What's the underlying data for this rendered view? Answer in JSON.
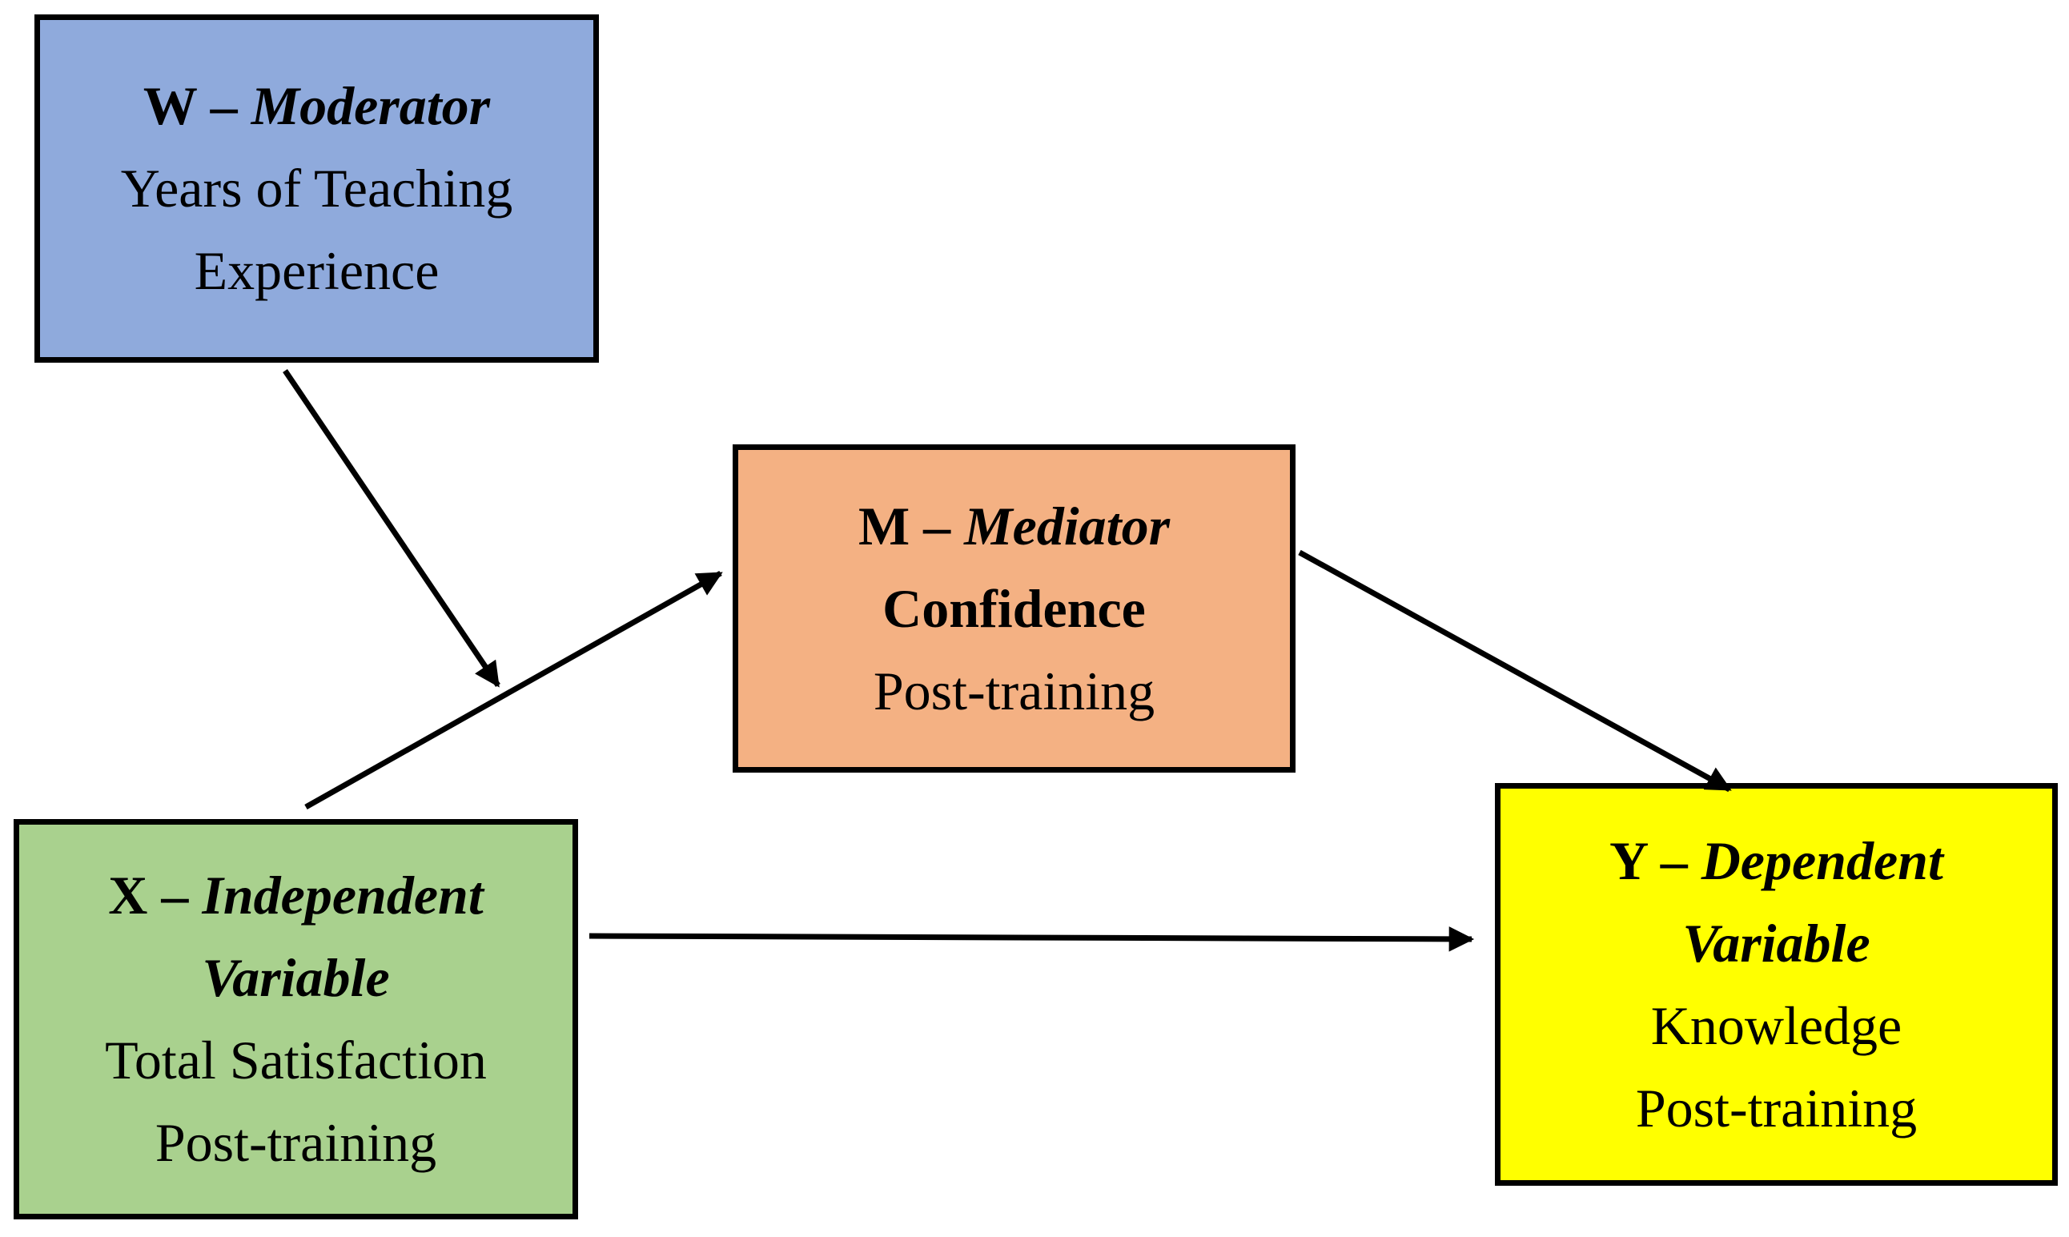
{
  "colors": {
    "moderator": "#8faadc",
    "mediator": "#f4b183",
    "independent": "#a9d18e",
    "dependent": "#ffff00",
    "stroke": "#000000"
  },
  "moderator": {
    "letter": "W",
    "dash": " – ",
    "role": "Moderator",
    "line1": "Years of Teaching",
    "line2": "Experience"
  },
  "mediator": {
    "letter": "M",
    "dash": " – ",
    "role": "Mediator",
    "line1": "Confidence",
    "line2": "Post-training"
  },
  "independent": {
    "letter": "X",
    "dash": " – ",
    "role": "Independent",
    "role_cont": "Variable",
    "line1": "Total Satisfaction",
    "line2": "Post-training"
  },
  "dependent": {
    "letter": "Y",
    "dash": " – ",
    "role": "Dependent",
    "role_cont": "Variable",
    "line1": "Knowledge",
    "line2": "Post-training"
  }
}
